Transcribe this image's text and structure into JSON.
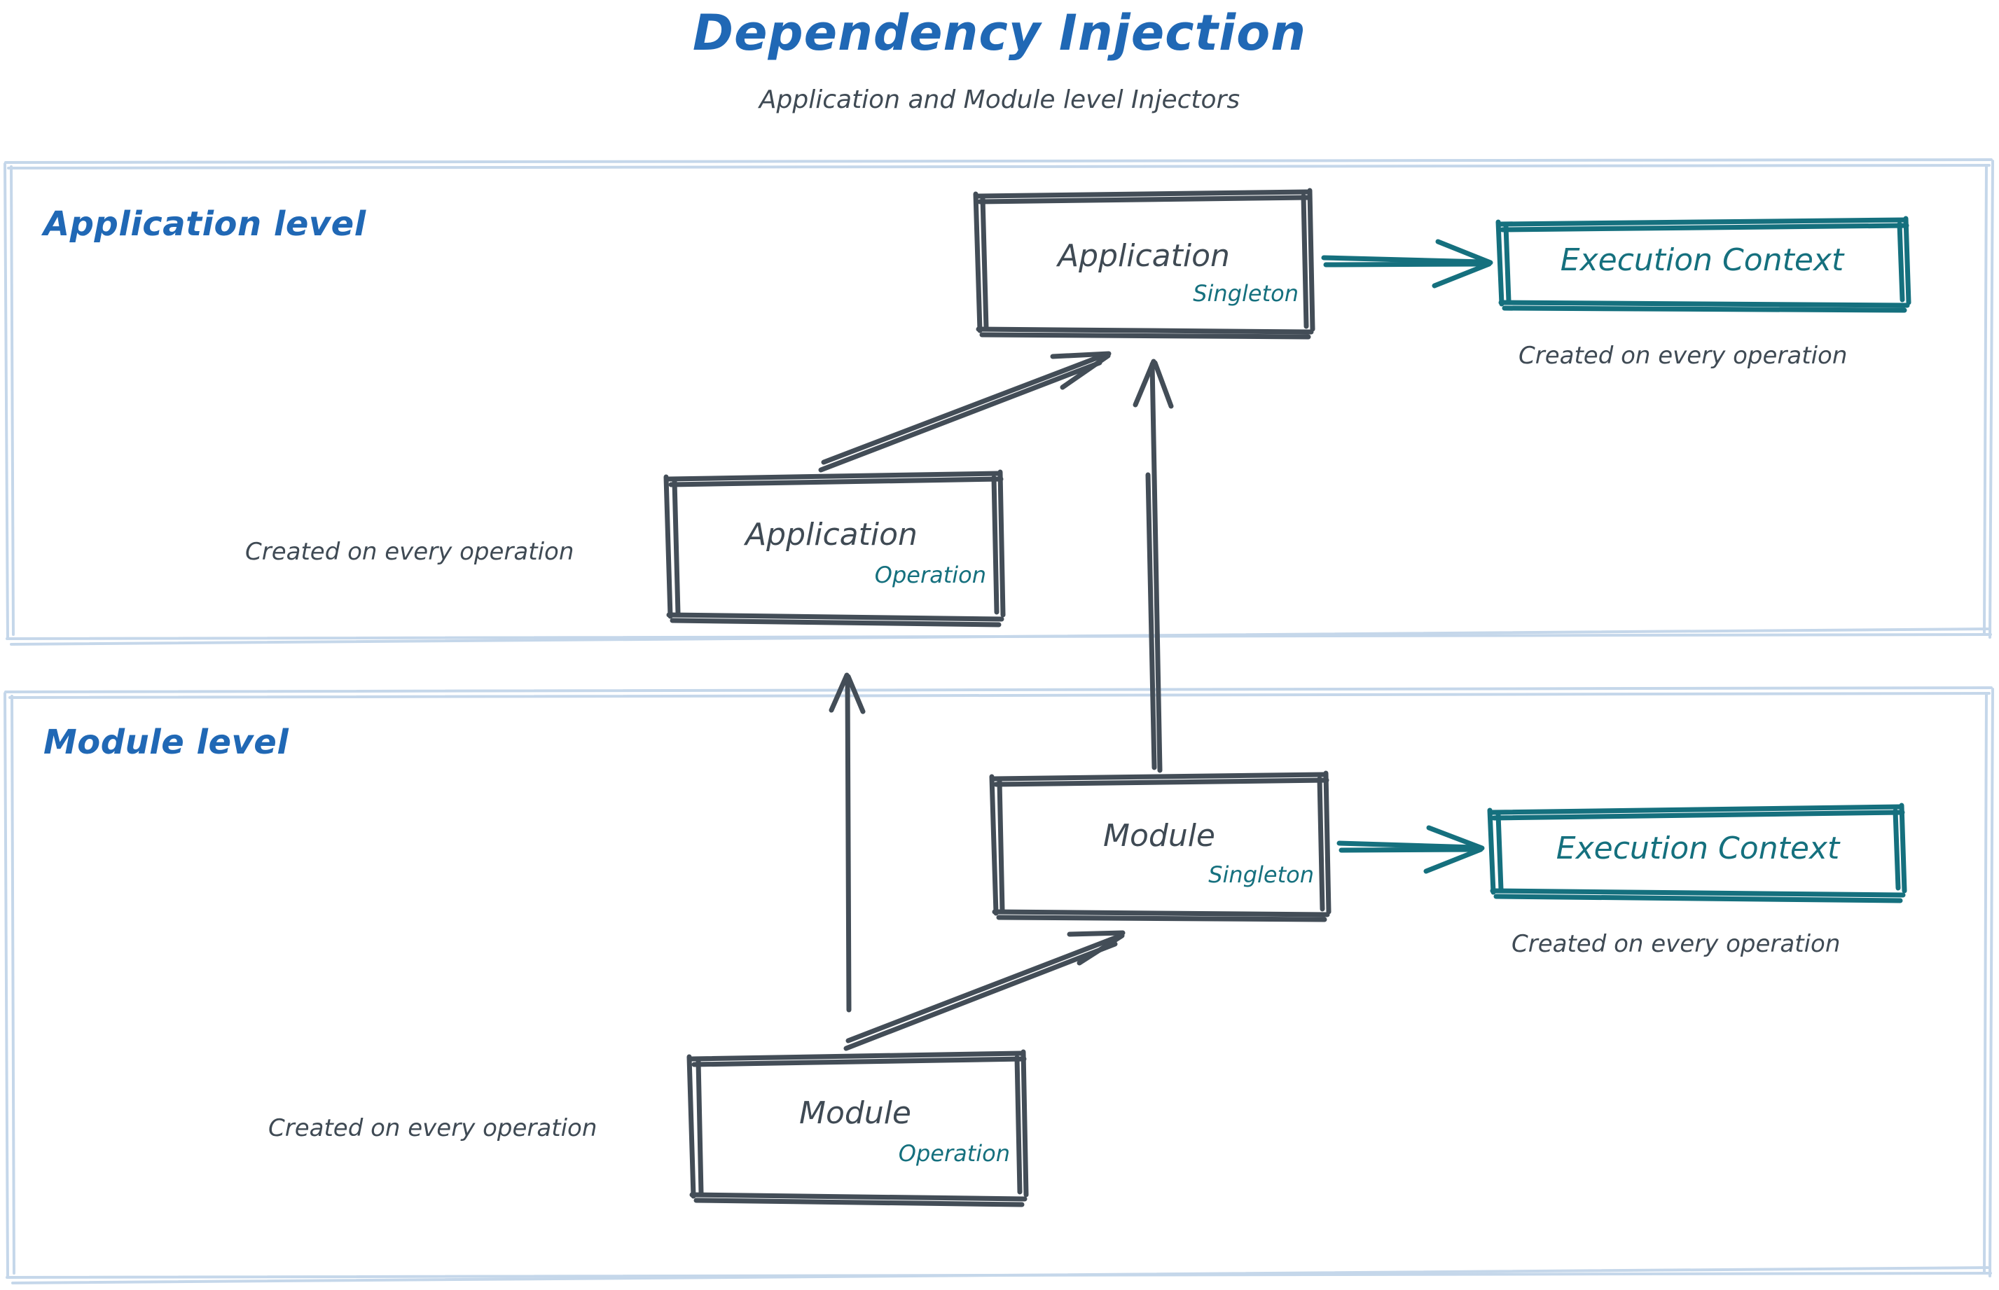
{
  "header": {
    "title": "Dependency Injection",
    "subtitle": "Application and Module level Injectors"
  },
  "colors": {
    "brand_blue": "#2068b5",
    "panel_border": "#c5d7ea",
    "ink_gray": "#3f4a54",
    "teal": "#15707e",
    "background": "#ffffff"
  },
  "panels": [
    {
      "id": "application-level",
      "label": "Application level"
    },
    {
      "id": "module-level",
      "label": "Module level"
    }
  ],
  "nodes": [
    {
      "id": "application-singleton",
      "title": "Application",
      "scope": "Singleton"
    },
    {
      "id": "application-operation",
      "title": "Application",
      "scope": "Operation"
    },
    {
      "id": "module-singleton",
      "title": "Module",
      "scope": "Singleton"
    },
    {
      "id": "module-operation",
      "title": "Module",
      "scope": "Operation"
    }
  ],
  "execution_contexts": [
    {
      "id": "execution-context-application",
      "title": "Execution Context",
      "caption": "Created on every operation"
    },
    {
      "id": "execution-context-module",
      "title": "Execution Context",
      "caption": "Created on every operation"
    }
  ],
  "captions": {
    "application_operation": "Created on every operation",
    "module_operation": "Created on every operation",
    "execution_context_application": "Created on every operation",
    "execution_context_module": "Created on every operation"
  },
  "edges": [
    {
      "id": "app-singleton-to-exec-context",
      "from": "application-singleton",
      "to": "execution-context-application",
      "style": "teal-arrow"
    },
    {
      "id": "app-operation-to-app-singleton",
      "from": "application-operation",
      "to": "application-singleton",
      "style": "gray-arrow"
    },
    {
      "id": "module-singleton-to-app-singleton",
      "from": "module-singleton",
      "to": "application-singleton",
      "style": "gray-arrow"
    },
    {
      "id": "module-singleton-to-exec-context",
      "from": "module-singleton",
      "to": "execution-context-module",
      "style": "teal-arrow"
    },
    {
      "id": "module-operation-to-module-singleton",
      "from": "module-operation",
      "to": "module-singleton",
      "style": "gray-arrow"
    },
    {
      "id": "module-operation-to-application-level",
      "from": "module-operation",
      "to": "application-level",
      "style": "gray-arrow"
    }
  ]
}
